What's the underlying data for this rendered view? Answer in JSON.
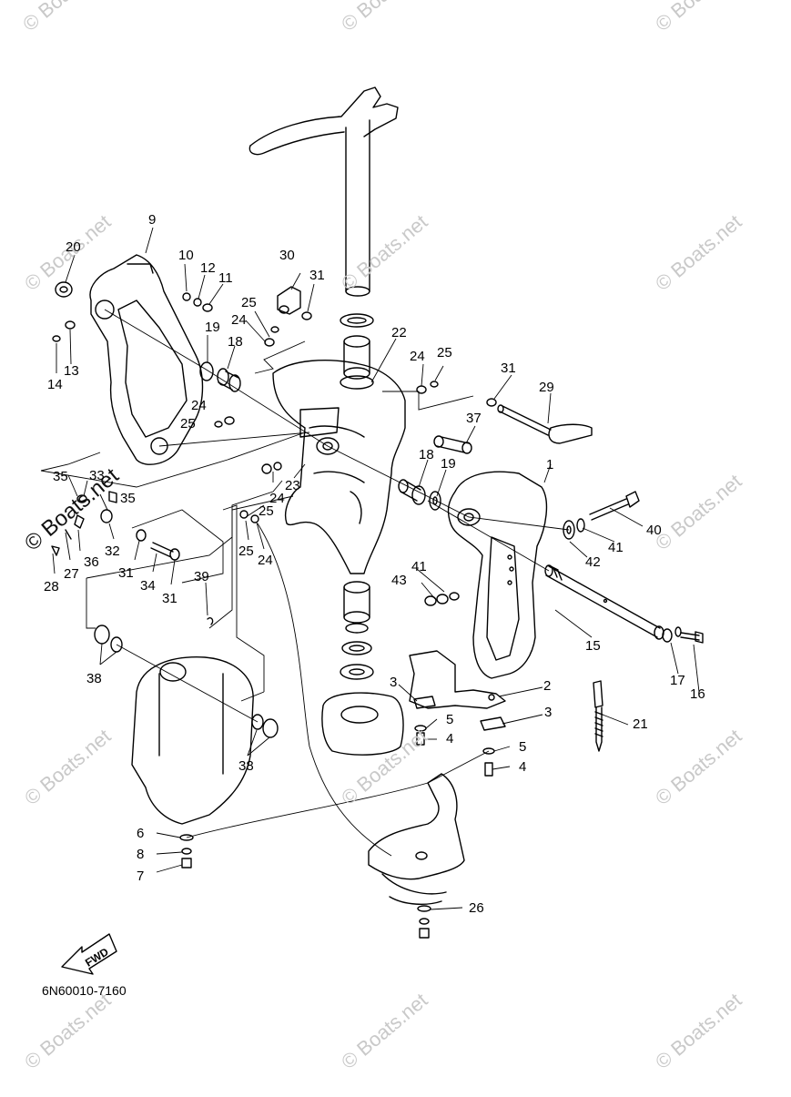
{
  "watermark": "© Boats.net",
  "fwd_label": "FWD",
  "diagram_code": "6N60010-7160",
  "part_numbers": [
    "1",
    "2",
    "3",
    "3",
    "4",
    "4",
    "5",
    "5",
    "6",
    "7",
    "8",
    "9",
    "10",
    "11",
    "12",
    "13",
    "14",
    "15",
    "16",
    "17",
    "18",
    "18",
    "19",
    "19",
    "20",
    "21",
    "22",
    "23",
    "24",
    "24",
    "24",
    "24",
    "24",
    "25",
    "25",
    "25",
    "25",
    "25",
    "26",
    "27",
    "28",
    "29",
    "30",
    "31",
    "31",
    "31",
    "31",
    "32",
    "33",
    "34",
    "35",
    "35",
    "36",
    "37",
    "38",
    "38",
    "39",
    "40",
    "41",
    "41",
    "42",
    "43"
  ]
}
